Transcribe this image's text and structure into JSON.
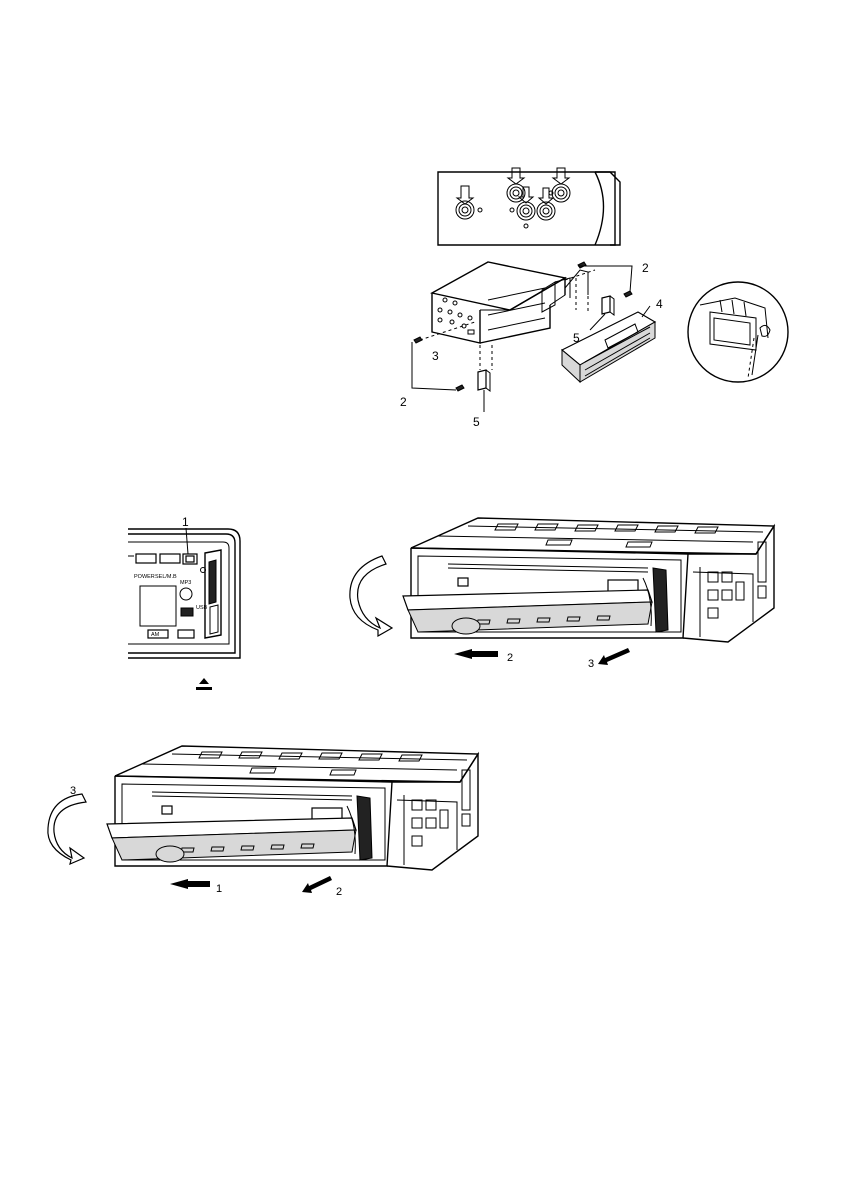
{
  "figures": {
    "install": {
      "callouts": [
        "2",
        "2",
        "3",
        "4",
        "5",
        "5"
      ]
    },
    "front_panel": {
      "callout": "1",
      "panel_texts": {
        "power": "POWER",
        "mode": "SEL/M.B",
        "mp3": "MP3",
        "usb": "USB",
        "am": "AM"
      },
      "release_button_icon": "eject-icon"
    },
    "detach": {
      "callouts": [
        "2",
        "3"
      ]
    },
    "attach": {
      "callouts": [
        "3",
        "1",
        "2"
      ]
    }
  }
}
